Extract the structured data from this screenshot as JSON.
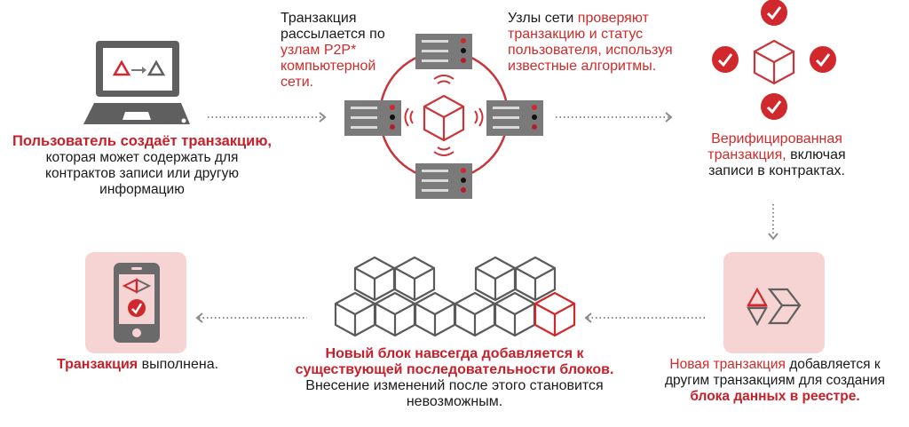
{
  "colors": {
    "accent_red": "#d0282c",
    "icon_gray": "#5f5f5f",
    "server_gray": "#7a7a7a",
    "pink_panel": "#f6d4d4",
    "text_dark": "#1a1a1a"
  },
  "steps": [
    {
      "id": "create",
      "icon": "laptop-icon",
      "text": {
        "highlight_bold": "Пользователь создаёт транзакцию,",
        "rest": " которая может содержать для контрактов записи или другую информацию"
      }
    },
    {
      "id": "broadcast",
      "icon": "p2p-network-icon",
      "text": {
        "lead": "Транзакция рассылается по ",
        "highlight": "узлам P2P* компьютерной сети."
      }
    },
    {
      "id": "validate",
      "text": {
        "lead": "Узлы сети ",
        "highlight": "проверяют транзакцию и статус пользователя, используя известные алгоритмы."
      }
    },
    {
      "id": "verified",
      "icon": "verified-block-icon",
      "text": {
        "highlight": "Верифицированная транзакция,",
        "rest": " включая записи в контрактах."
      }
    },
    {
      "id": "new-block",
      "icon": "block-combine-icon",
      "text": {
        "highlight": "Новая транзакция",
        "middle": " добавляется к другим транзакциям для создания ",
        "highlight_bold": "блока данных в реестре."
      }
    },
    {
      "id": "chain",
      "icon": "blockchain-cubes-icon",
      "text": {
        "highlight_bold": "Новый блок навсегда добавляется к существующей последовательности блоков.",
        "rest": " Внесение изменений после этого становится невозможным."
      }
    },
    {
      "id": "complete",
      "icon": "mobile-phone-check-icon",
      "text": {
        "highlight_bold": "Транзакция",
        "rest": " выполнена."
      }
    }
  ]
}
